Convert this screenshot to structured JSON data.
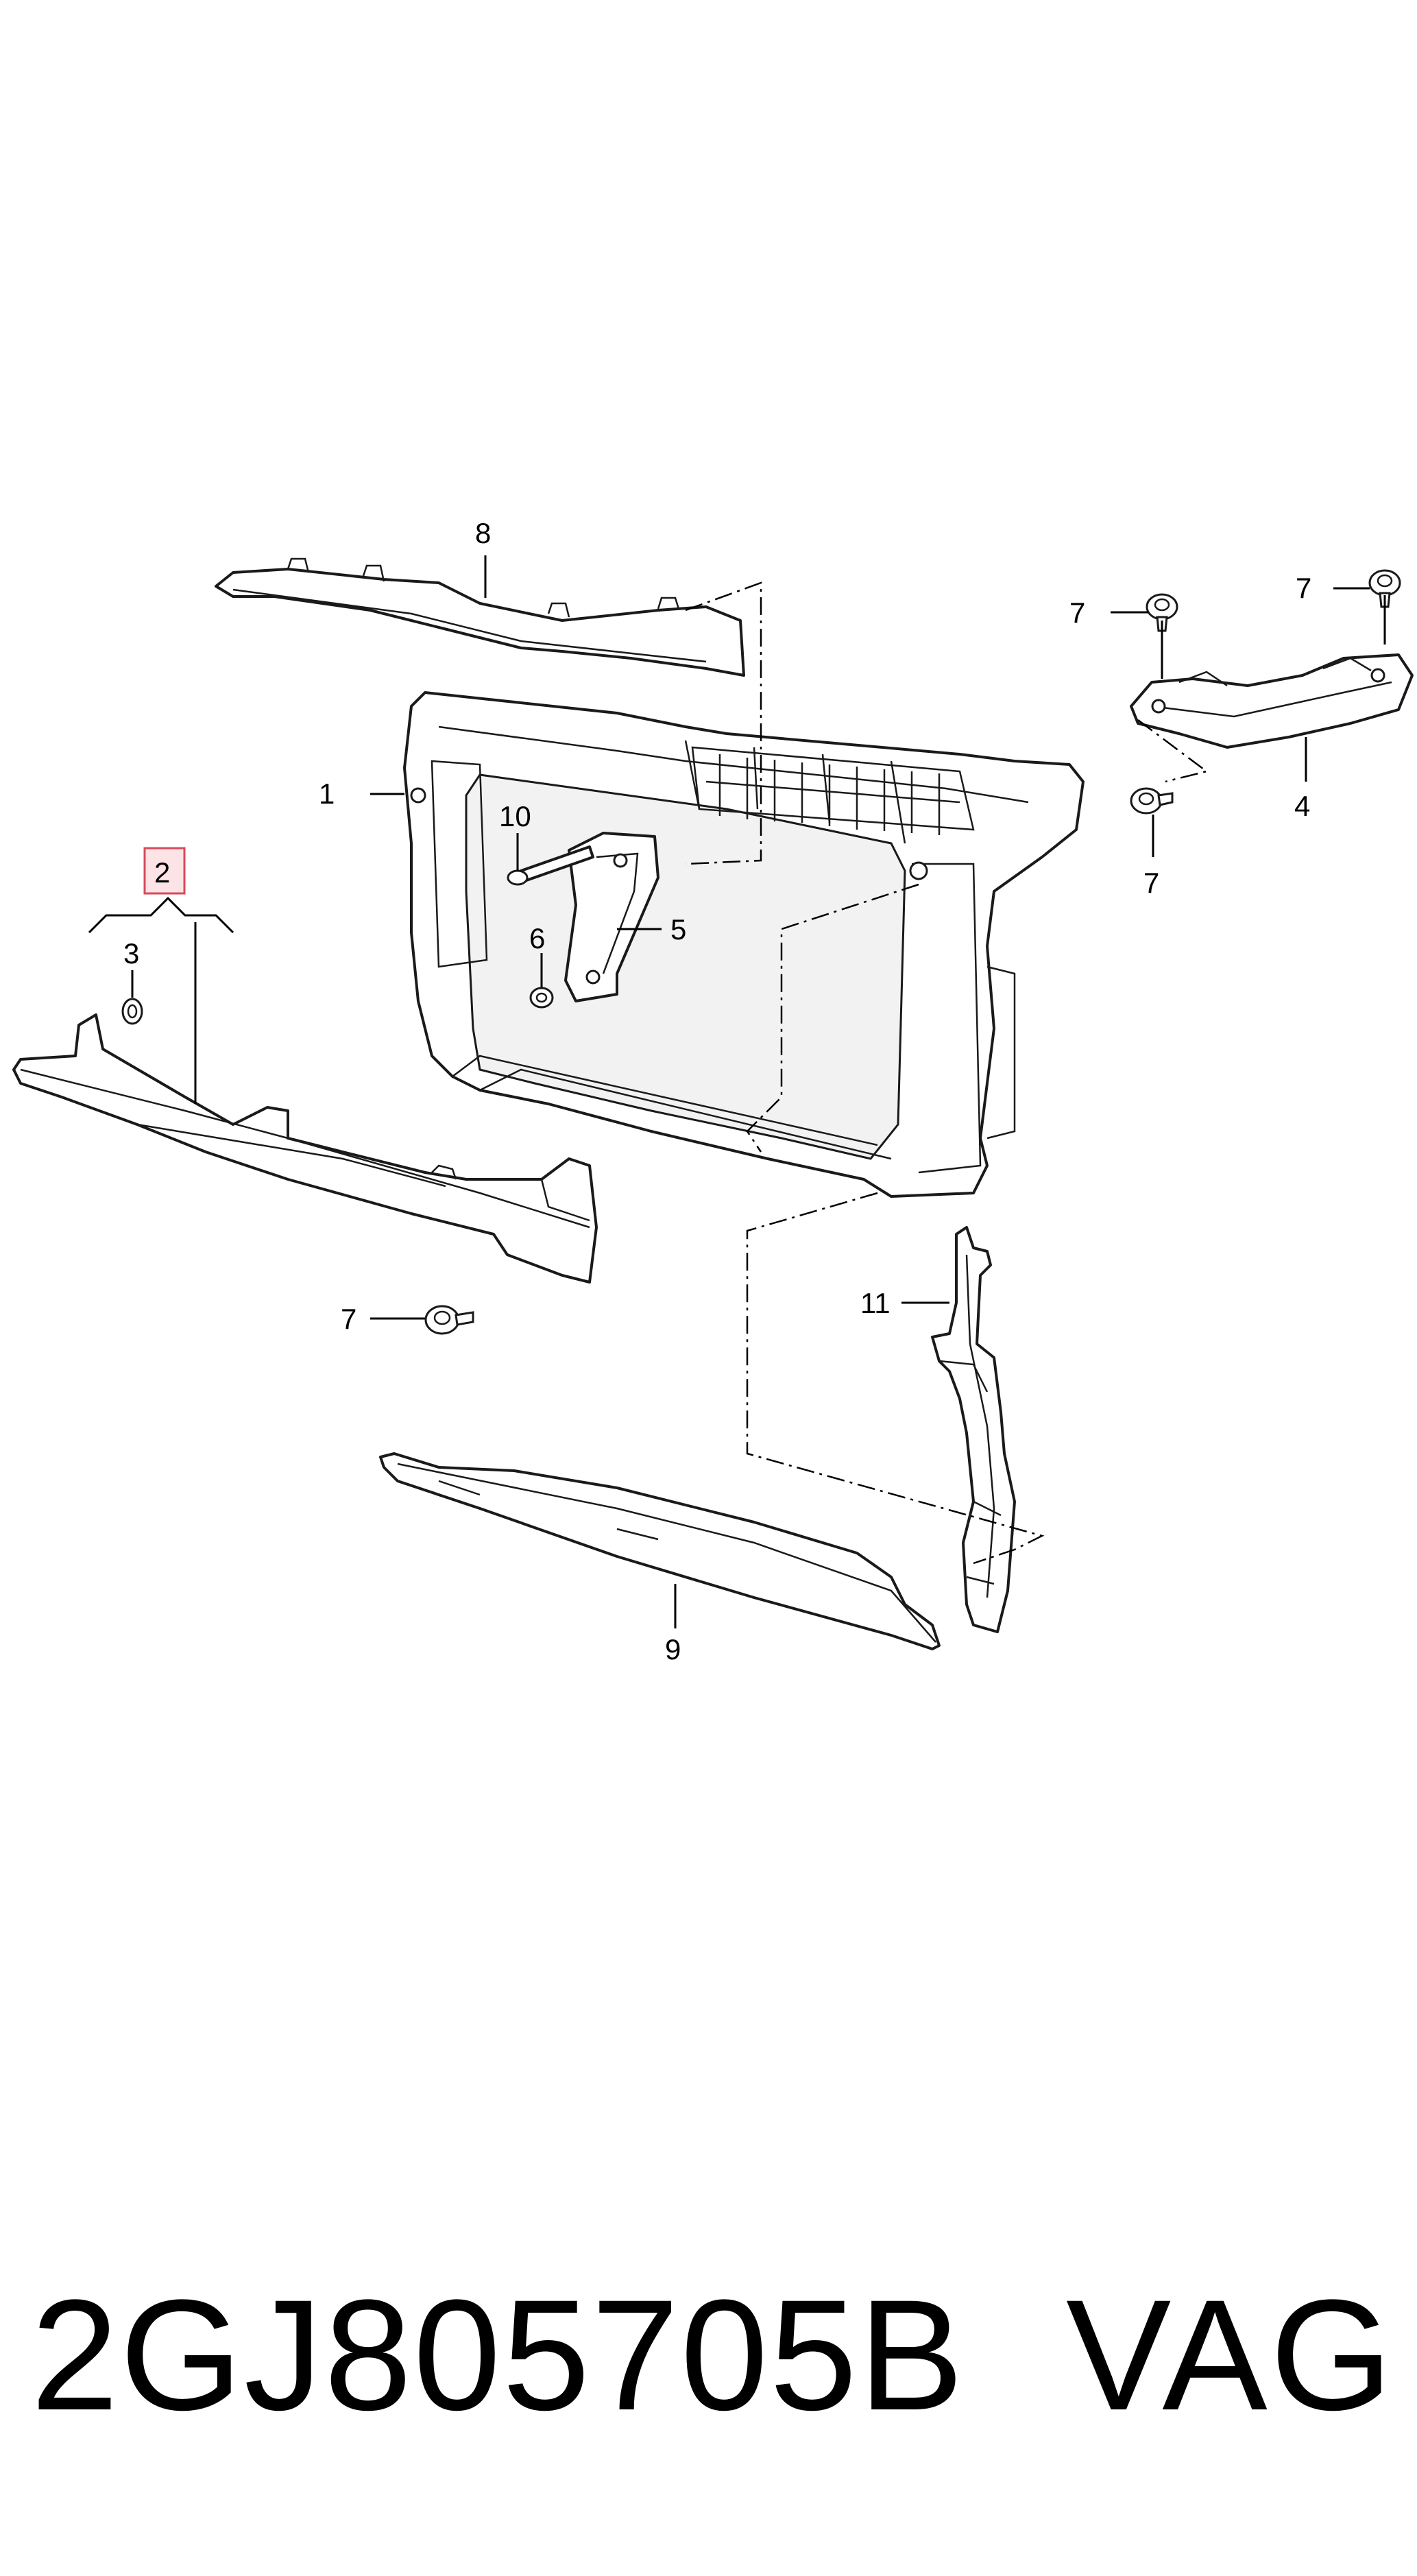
{
  "diagram": {
    "callouts": {
      "c1": "1",
      "c2": "2",
      "c3": "3",
      "c4": "4",
      "c5": "5",
      "c6": "6",
      "c7a": "7",
      "c7b": "7",
      "c7c": "7",
      "c7d": "7",
      "c8": "8",
      "c9": "9",
      "c10": "10",
      "c11": "11"
    },
    "highlight_color": "#d84a5a"
  },
  "footer": {
    "part_number": "2GJ805705B",
    "brand": "VAG"
  }
}
